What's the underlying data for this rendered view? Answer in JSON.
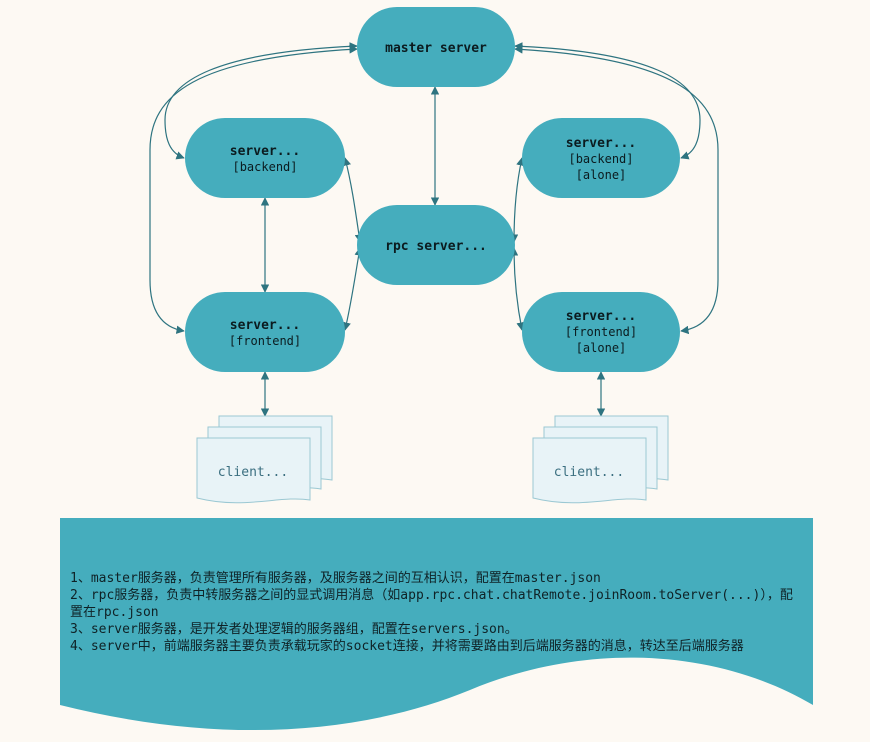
{
  "nodes": {
    "master": {
      "title": "master server"
    },
    "rpc": {
      "title": "rpc server..."
    },
    "backend_left": {
      "title": "server...",
      "sub1": "[backend]"
    },
    "frontend_left": {
      "title": "server...",
      "sub1": "[frontend]"
    },
    "backend_right": {
      "title": "server...",
      "sub1": "[backend]",
      "sub2": "[alone]"
    },
    "frontend_right": {
      "title": "server...",
      "sub1": "[frontend]",
      "sub2": "[alone]"
    }
  },
  "clients": {
    "left": "client...",
    "right": "client..."
  },
  "notes": [
    "1、master服务器，负责管理所有服务器，及服务器之间的互相认识，配置在master.json",
    "2、rpc服务器，负责中转服务器之间的显式调用消息（如app.rpc.chat.chatRemote.joinRoom.toServer(...)），配置在rpc.json",
    "3、server服务器，是开发者处理逻辑的服务器组，配置在servers.json。",
    "4、server中，前端服务器主要负责承载玩家的socket连接，并将需要路由到后端服务器的消息，转达至后端服务器"
  ],
  "colors": {
    "node": "#45adbd",
    "edge": "#2e7480",
    "doc_fill": "#e8f3f7",
    "doc_stroke": "#9bc8d3",
    "banner": "#45adbd",
    "background": "#fdf9f3"
  }
}
